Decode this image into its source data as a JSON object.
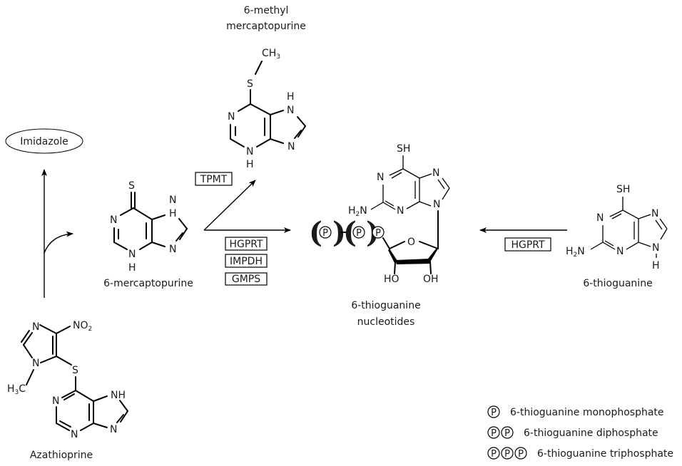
{
  "compounds": {
    "methyl_mp": {
      "name_line1": "6-methyl",
      "name_line2": "mercaptopurine",
      "methyl": "CH",
      "methyl_sub": "3",
      "sulfur": "S",
      "n1": "N",
      "n3": "N",
      "n3h": "H",
      "n7": "N",
      "n7h": "H",
      "n9": "N"
    },
    "imidazole": {
      "name": "Imidazole"
    },
    "mercaptopurine": {
      "name": "6-mercaptopurine",
      "sulfur": "S",
      "n1": "N",
      "n3": "N",
      "n3h": "H",
      "n7": "N",
      "n7h": "H",
      "n9": "N"
    },
    "tgn": {
      "name_line1": "6-thioguanine",
      "name_line2": "nucleotides",
      "sh": "SH",
      "n1": "N",
      "n3": "N",
      "n7": "N",
      "n9": "N",
      "amine": "H",
      "amine_sub": "2",
      "amine_n": "N",
      "ring_o": "O",
      "ho": "HO",
      "oh": "OH",
      "p_label": "P"
    },
    "thioguanine": {
      "name": "6-thioguanine",
      "sh": "SH",
      "n1": "N",
      "n3": "N",
      "n7": "N",
      "n9": "N",
      "n9h": "H",
      "amine": "H",
      "amine_sub": "2",
      "amine_n": "N"
    },
    "azathioprine": {
      "name": "Azathioprine",
      "nitro": "NO",
      "nitro_sub": "2",
      "sulfur": "S",
      "im_n1": "N",
      "im_n3": "N",
      "methyl": "H",
      "methyl_sub": "3",
      "methyl_c": "C",
      "n1": "N",
      "n3": "N",
      "nh": "NH",
      "n9": "N"
    }
  },
  "enzymes": {
    "tpmt": "TPMT",
    "hgprt_mp": "HGPRT",
    "impdh": "IMPDH",
    "gmps": "GMPS",
    "hgprt_tg": "HGPRT"
  },
  "legend": {
    "symbol": "P",
    "items": [
      {
        "count": 1,
        "label": "6-thioguanine monophosphate"
      },
      {
        "count": 2,
        "label": "6-thioguanine diphosphate"
      },
      {
        "count": 3,
        "label": "6-thioguanine triphosphate"
      }
    ]
  }
}
